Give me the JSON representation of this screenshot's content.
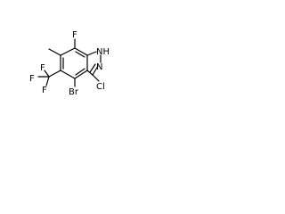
{
  "molecule": {
    "labels": {
      "fluorine_top": "F",
      "nh": "NH",
      "n": "N",
      "chlorine": "Cl",
      "bromine": "Br",
      "trifluoromethyl_f_left": "F",
      "trifluoromethyl_f_top": "F",
      "trifluoromethyl_f_bottom": "F"
    }
  }
}
